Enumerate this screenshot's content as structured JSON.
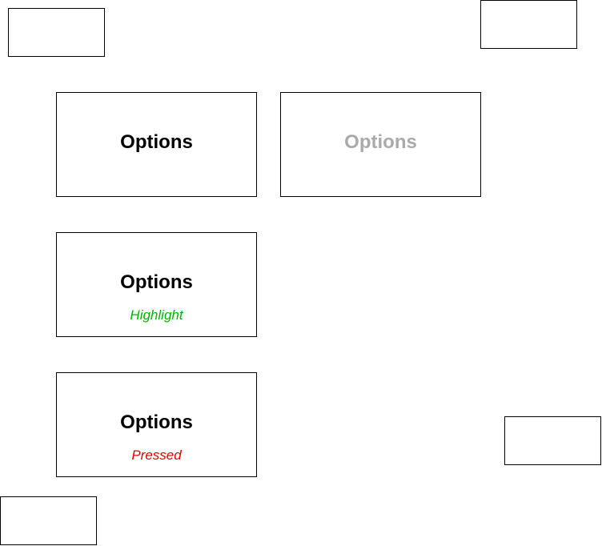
{
  "buttons": {
    "normal": {
      "label": "Options",
      "color": "#000000"
    },
    "disabled": {
      "label": "Options",
      "color": "#aaaaaa"
    },
    "highlight": {
      "label": "Options",
      "state_text": "Highlight",
      "state_color": "#00b400"
    },
    "pressed": {
      "label": "Options",
      "state_text": "Pressed",
      "state_color": "#e60000"
    }
  }
}
